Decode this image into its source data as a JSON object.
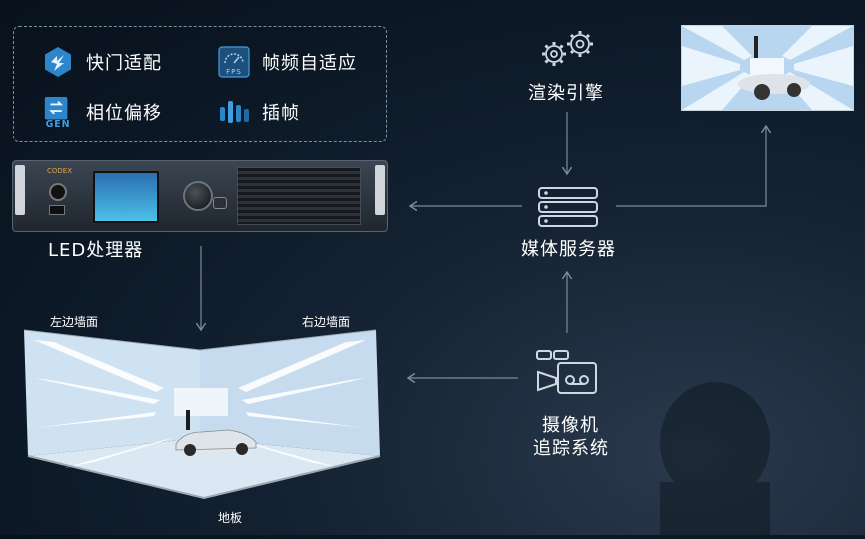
{
  "features": [
    {
      "label": "快门适配",
      "icon": "shutter-icon"
    },
    {
      "label": "帧频自适应",
      "icon": "fps-icon"
    },
    {
      "label": "相位偏移",
      "icon": "gen-icon"
    },
    {
      "label": "插帧",
      "icon": "frame-insert-icon"
    }
  ],
  "fps_icon_text": "FPS",
  "gen_icon_text": "GEN",
  "device": {
    "brand": "CODEX"
  },
  "led_processor_label": "LED处理器",
  "render_engine_label": "渲染引擎",
  "media_server_label": "媒体服务器",
  "camera_tracking_label_line1": "摄像机",
  "camera_tracking_label_line2": "追踪系统",
  "left_wall_label": "左边墙面",
  "right_wall_label": "右边墙面",
  "floor_label": "地板",
  "colors": {
    "accent_blue": "#3f9fe0",
    "line_gray": "#7d8a99",
    "background": "#0b1724"
  }
}
